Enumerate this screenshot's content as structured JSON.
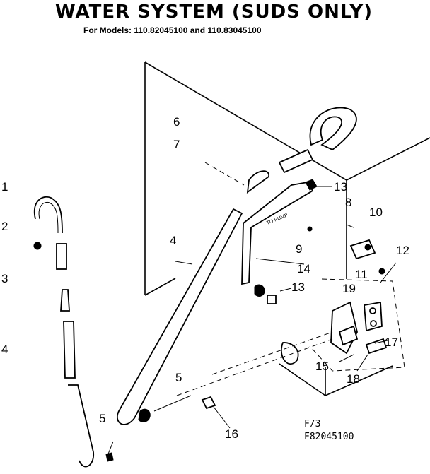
{
  "header": {
    "title": "WATER SYSTEM (SUDS ONLY)",
    "subtitle": "For Models: 110.82045100  and 110.83045100"
  },
  "diagram": {
    "callouts": [
      "1",
      "2",
      "3",
      "4",
      "5",
      "6",
      "7",
      "4",
      "5",
      "13",
      "8",
      "10",
      "9",
      "14",
      "12",
      "11",
      "13",
      "19",
      "17",
      "15",
      "18",
      "16"
    ],
    "hose_marking": "TO PUMP",
    "figure_note": "F/3",
    "drawing_number": "F82045100"
  }
}
